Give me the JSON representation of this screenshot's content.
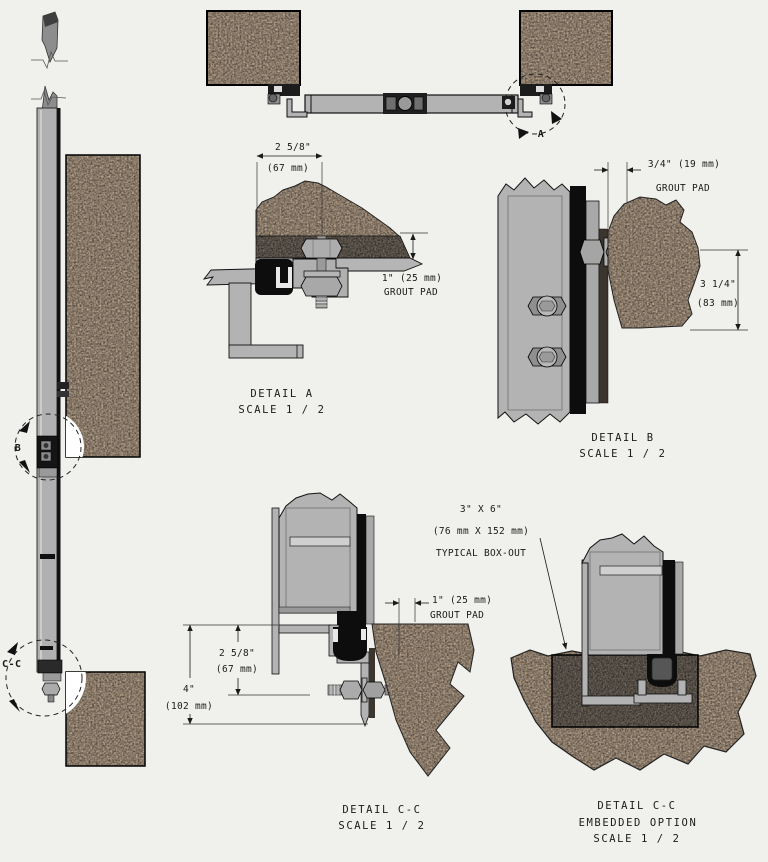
{
  "background": "#f0f1ec",
  "colors": {
    "metal": "#b3b3b3",
    "metal_dark": "#8f8f8f",
    "rubber_black": "#0d0d0d",
    "line": "#1a1a1a",
    "concrete_base": "#86776a",
    "grout_dark": "#3b352e"
  },
  "plan_view": {
    "marker_label": "A"
  },
  "elevation_view": {
    "marker_b": "B",
    "marker_cc": "C-C"
  },
  "detail_a": {
    "title": "DETAIL A",
    "scale": "SCALE 1 / 2",
    "dim_width": "2 5/8\"",
    "dim_width_mm": "(67 mm)",
    "grout_dim": "1\" (25 mm)",
    "grout_label": "GROUT PAD"
  },
  "detail_b": {
    "title": "DETAIL B",
    "scale": "SCALE 1 / 2",
    "grout_dim": "3/4\" (19 mm)",
    "grout_label": "GROUT PAD",
    "dim_embed": "3 1/4\"",
    "dim_embed_mm": "(83 mm)"
  },
  "detail_cc": {
    "title": "DETAIL C-C",
    "scale": "SCALE 1 / 2",
    "boxout_size": "3\" X 6\"",
    "boxout_size_mm": "(76 mm X 152 mm)",
    "boxout_label": "TYPICAL BOX-OUT",
    "grout_dim": "1\" (25 mm)",
    "grout_label": "GROUT PAD",
    "dim_toe": "2 5/8\"",
    "dim_toe_mm": "(67 mm)",
    "dim_depth": "4\"",
    "dim_depth_mm": "(102 mm)"
  },
  "detail_cc_embedded": {
    "title": "DETAIL C-C",
    "subtitle": "EMBEDDED OPTION",
    "scale": "SCALE 1 / 2"
  }
}
